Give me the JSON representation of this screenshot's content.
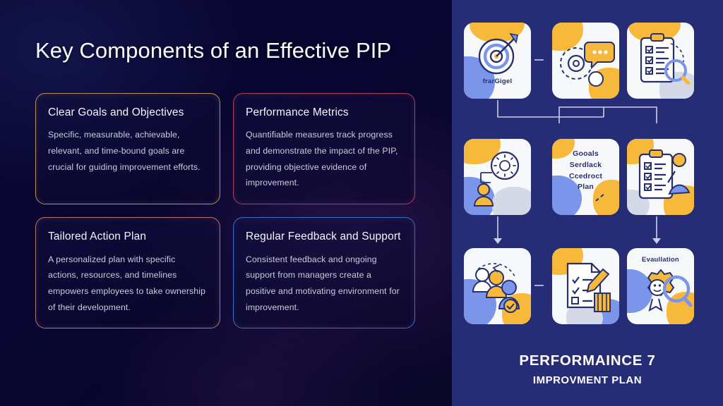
{
  "slide": {
    "left": {
      "title": "Key Components of an Effective PIP",
      "cards": [
        {
          "title": "Clear Goals and Objectives",
          "body": "Specific, measurable, achievable, relevant, and time-bound goals are crucial for guiding improvement efforts.",
          "accent": "#b79059"
        },
        {
          "title": "Performance Metrics",
          "body": "Quantifiable measures track progress and demonstrate the impact of the PIP, providing objective evidence of improvement.",
          "accent": "#a8415f"
        },
        {
          "title": "Tailored Action Plan",
          "body": "A personalized plan with specific actions, resources, and timelines empowers employees to take ownership of their development.",
          "accent": "#b2766b"
        },
        {
          "title": "Regular Feedback and Support",
          "body": "Consistent feedback and ongoing support from managers create a positive and motivating environment for improvement.",
          "accent": "#3f6cc4"
        }
      ]
    },
    "right": {
      "background": "#262c75",
      "tiles": [
        {
          "label": "frarGigel",
          "icon": "target-dartboard-icon"
        },
        {
          "label": "",
          "icon": "speech-bubble-gears-icon"
        },
        {
          "label": "",
          "icon": "clipboard-magnifier-icon"
        },
        {
          "label": "",
          "icon": "person-idea-bubble-icon"
        },
        {
          "label": "Gooals\nSerdlack\nCcedroct\nPlan",
          "icon": "text-plan-icon"
        },
        {
          "label": "",
          "icon": "clipboard-person-icon"
        },
        {
          "label": "",
          "icon": "team-group-check-icon"
        },
        {
          "label": "",
          "icon": "checklist-pencil-icon"
        },
        {
          "label": "Evaullation",
          "icon": "ribbon-magnifier-icon"
        }
      ],
      "caption_line1": "PERFORMAINCE 7",
      "caption_line2": "IMPROVMENT PLAN",
      "palette": {
        "yellow": "#f6b93b",
        "blue": "#7b95ea",
        "grey": "#d3d9e6",
        "ink": "#27306f"
      }
    }
  }
}
